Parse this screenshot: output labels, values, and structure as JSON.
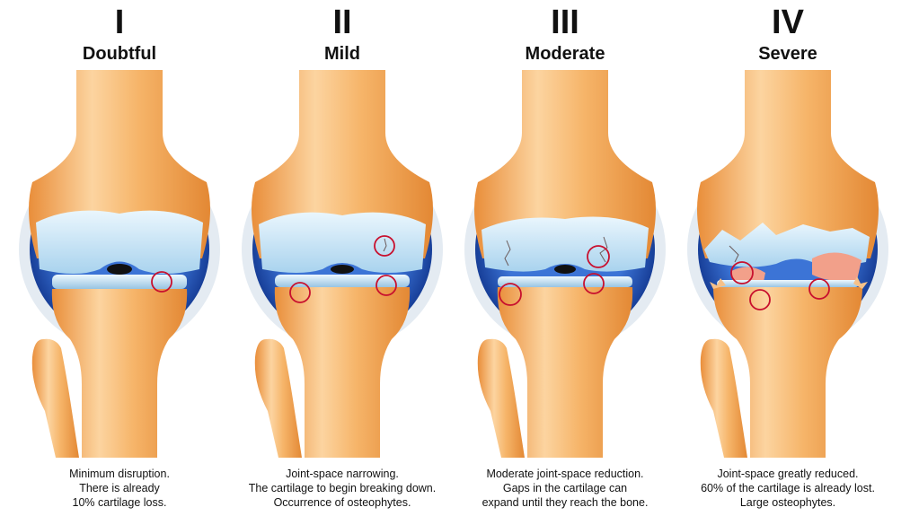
{
  "stages": [
    {
      "grade": "I",
      "label": "Doubtful",
      "description": [
        "Minimum disruption.",
        "There is already",
        "10% cartilage loss."
      ]
    },
    {
      "grade": "II",
      "label": "Mild",
      "description": [
        "Joint-space narrowing.",
        "The cartilage to begin breaking down.",
        "Occurrence of osteophytes."
      ]
    },
    {
      "grade": "III",
      "label": "Moderate",
      "description": [
        "Moderate joint-space reduction.",
        "Gaps in the cartilage can",
        "expand until they reach the bone."
      ]
    },
    {
      "grade": "IV",
      "label": "Severe",
      "description": [
        "Joint-space greatly reduced.",
        "60% of the cartilage is already lost.",
        "Large osteophytes."
      ]
    }
  ],
  "colors": {
    "bone": "#f2a95a",
    "bone_light": "#fcd9a4",
    "cartilage": "#cfe8f7",
    "capsule": "#1e4fb0",
    "marker": "#c8102e"
  }
}
